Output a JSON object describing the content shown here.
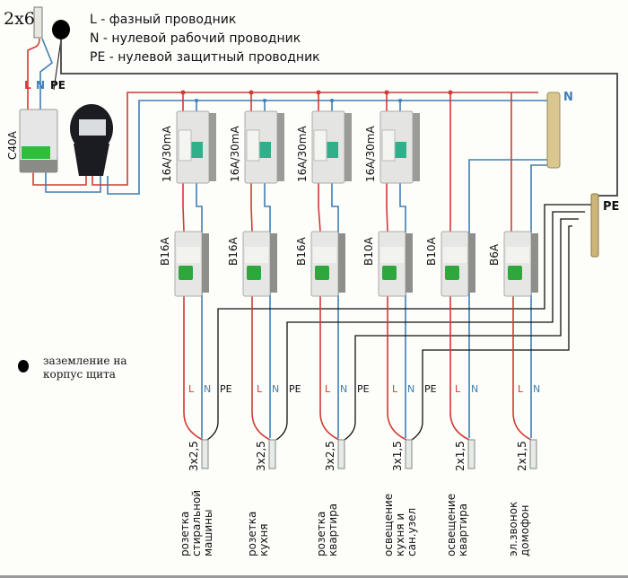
{
  "title_cable": "2x6",
  "legend": [
    "L - фазный проводник",
    "N - нулевой рабочий проводник",
    "PE - нулевой защитный проводник"
  ],
  "input_labels": {
    "L": "L",
    "N": "N",
    "PE": "PE"
  },
  "main_breaker": {
    "label": "C40A"
  },
  "meter": {
    "name": "electric-meter"
  },
  "rcd": [
    {
      "label": "16A/30mA"
    },
    {
      "label": "16A/30mA"
    },
    {
      "label": "16A/30mA"
    },
    {
      "label": "16A/30mA"
    }
  ],
  "breakers": [
    {
      "label": "B16A"
    },
    {
      "label": "B16A"
    },
    {
      "label": "B16A"
    },
    {
      "label": "B10A"
    },
    {
      "label": "B10A"
    },
    {
      "label": "B6A"
    }
  ],
  "busbars": {
    "n_label": "N",
    "pe_label": "PE"
  },
  "ground_note": {
    "line1": "заземление на",
    "line2": "корпус щита"
  },
  "wire_colors": {
    "L": "#d23a35",
    "N": "#3f7fb5",
    "PE": "#111111"
  },
  "circuits": [
    {
      "cable": "3x2,5",
      "wires": [
        "L",
        "N",
        "PE"
      ],
      "description": [
        "розетка",
        "стиральной",
        "машины"
      ]
    },
    {
      "cable": "3x2,5",
      "wires": [
        "L",
        "N",
        "PE"
      ],
      "description": [
        "розетка",
        "кухня"
      ]
    },
    {
      "cable": "3x2,5",
      "wires": [
        "L",
        "N",
        "PE"
      ],
      "description": [
        "розетка",
        "квартира"
      ]
    },
    {
      "cable": "3x1,5",
      "wires": [
        "L",
        "N",
        "PE"
      ],
      "description": [
        "освещение",
        "кухня и",
        "сан.узел"
      ]
    },
    {
      "cable": "2x1,5",
      "wires": [
        "L",
        "N"
      ],
      "description": [
        "освещение",
        "квартира"
      ]
    },
    {
      "cable": "2x1,5",
      "wires": [
        "L",
        "N"
      ],
      "description": [
        "эл.звонок",
        "домофон"
      ]
    }
  ]
}
